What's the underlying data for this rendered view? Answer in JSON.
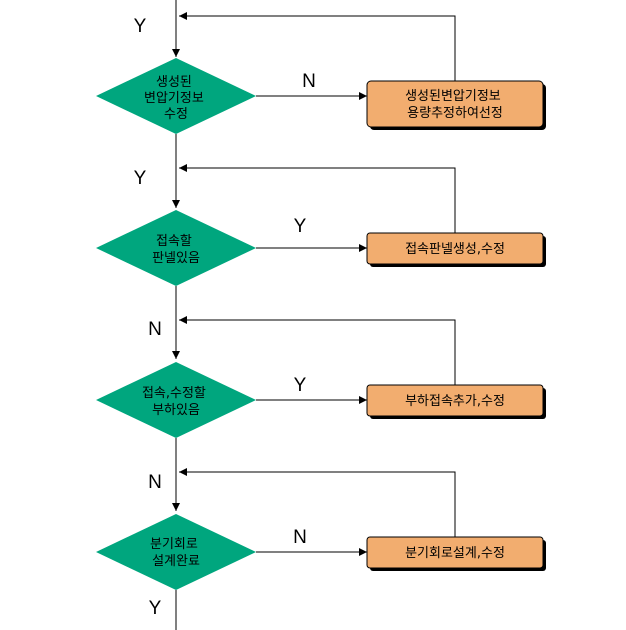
{
  "colors": {
    "decision_fill": "#00a67e",
    "process_fill": "#f2ad6f",
    "line": "#000000"
  },
  "flow": {
    "top_label": "Y",
    "nodes": [
      {
        "decision": [
          "생성된",
          "변압기정보",
          "수정"
        ],
        "branch_label": "N",
        "process": [
          "생성된변압기정보",
          "용량추정하여선정"
        ],
        "next_label": "Y"
      },
      {
        "decision": [
          "접속할",
          "판넬있음"
        ],
        "branch_label": "Y",
        "process": [
          "접속판넬생성,수정"
        ],
        "next_label": "N"
      },
      {
        "decision": [
          "접속,수정할",
          "부하있음"
        ],
        "branch_label": "Y",
        "process": [
          "부하접속추가,수정"
        ],
        "next_label": "N"
      },
      {
        "decision": [
          "분기회로",
          "설계완료"
        ],
        "branch_label": "N",
        "process": [
          "분기회로설계,수정"
        ],
        "next_label": "Y"
      }
    ]
  }
}
